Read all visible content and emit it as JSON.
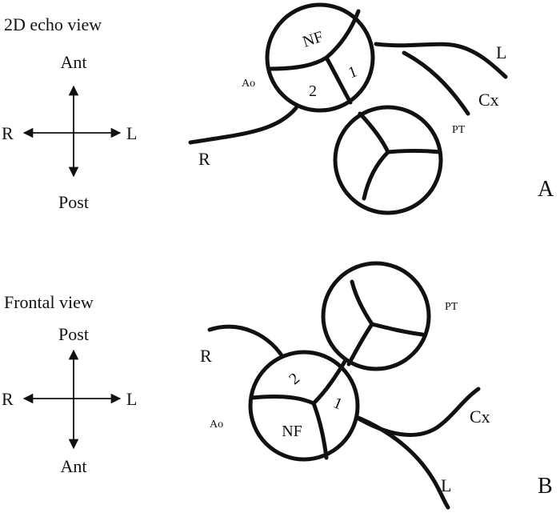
{
  "panel_a": {
    "view_title": "2D echo view",
    "compass": {
      "top": "Ant",
      "bottom": "Post",
      "left": "R",
      "right": "L"
    },
    "aorta_label": "Ao",
    "cusp_nf": "NF",
    "cusp_1": "1",
    "cusp_2": "2",
    "pulmonary_label": "PT",
    "right_coronary_label": "R",
    "left_coronary_label": "L",
    "circumflex_label": "Cx",
    "panel_letter": "A"
  },
  "panel_b": {
    "view_title": "Frontal view",
    "compass": {
      "top": "Post",
      "bottom": "Ant",
      "left": "R",
      "right": "L"
    },
    "aorta_label": "Ao",
    "cusp_nf": "NF",
    "cusp_1": "1",
    "cusp_2": "2",
    "pulmonary_label": "PT",
    "right_coronary_label": "R",
    "left_coronary_label": "L",
    "circumflex_label": "Cx",
    "panel_letter": "B"
  }
}
